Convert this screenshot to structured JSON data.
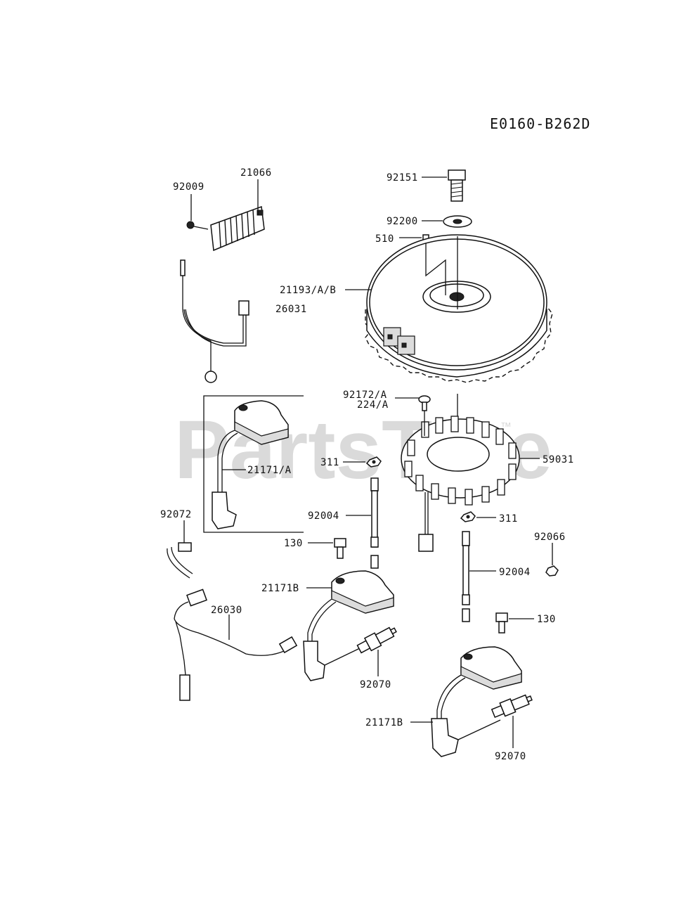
{
  "diagram": {
    "code": "E0160-B262D",
    "watermark": "PartsTree",
    "watermark_tm": "™"
  },
  "labels": {
    "l92151": "92151",
    "l92200": "92200",
    "l510": "510",
    "l21193": "21193/A/B",
    "l26031": "26031",
    "l21066": "21066",
    "l92009": "92009",
    "l92172": "92172/A",
    "l224": "224/A",
    "l59031": "59031",
    "l311a": "311",
    "l311b": "311",
    "l21171a": "21171/A",
    "l92072": "92072",
    "l92004a": "92004",
    "l92004b": "92004",
    "l130a": "130",
    "l130b": "130",
    "l92066": "92066",
    "l21171b1": "21171B",
    "l21171b2": "21171B",
    "l26030": "26030",
    "l92070a": "92070",
    "l92070b": "92070"
  }
}
